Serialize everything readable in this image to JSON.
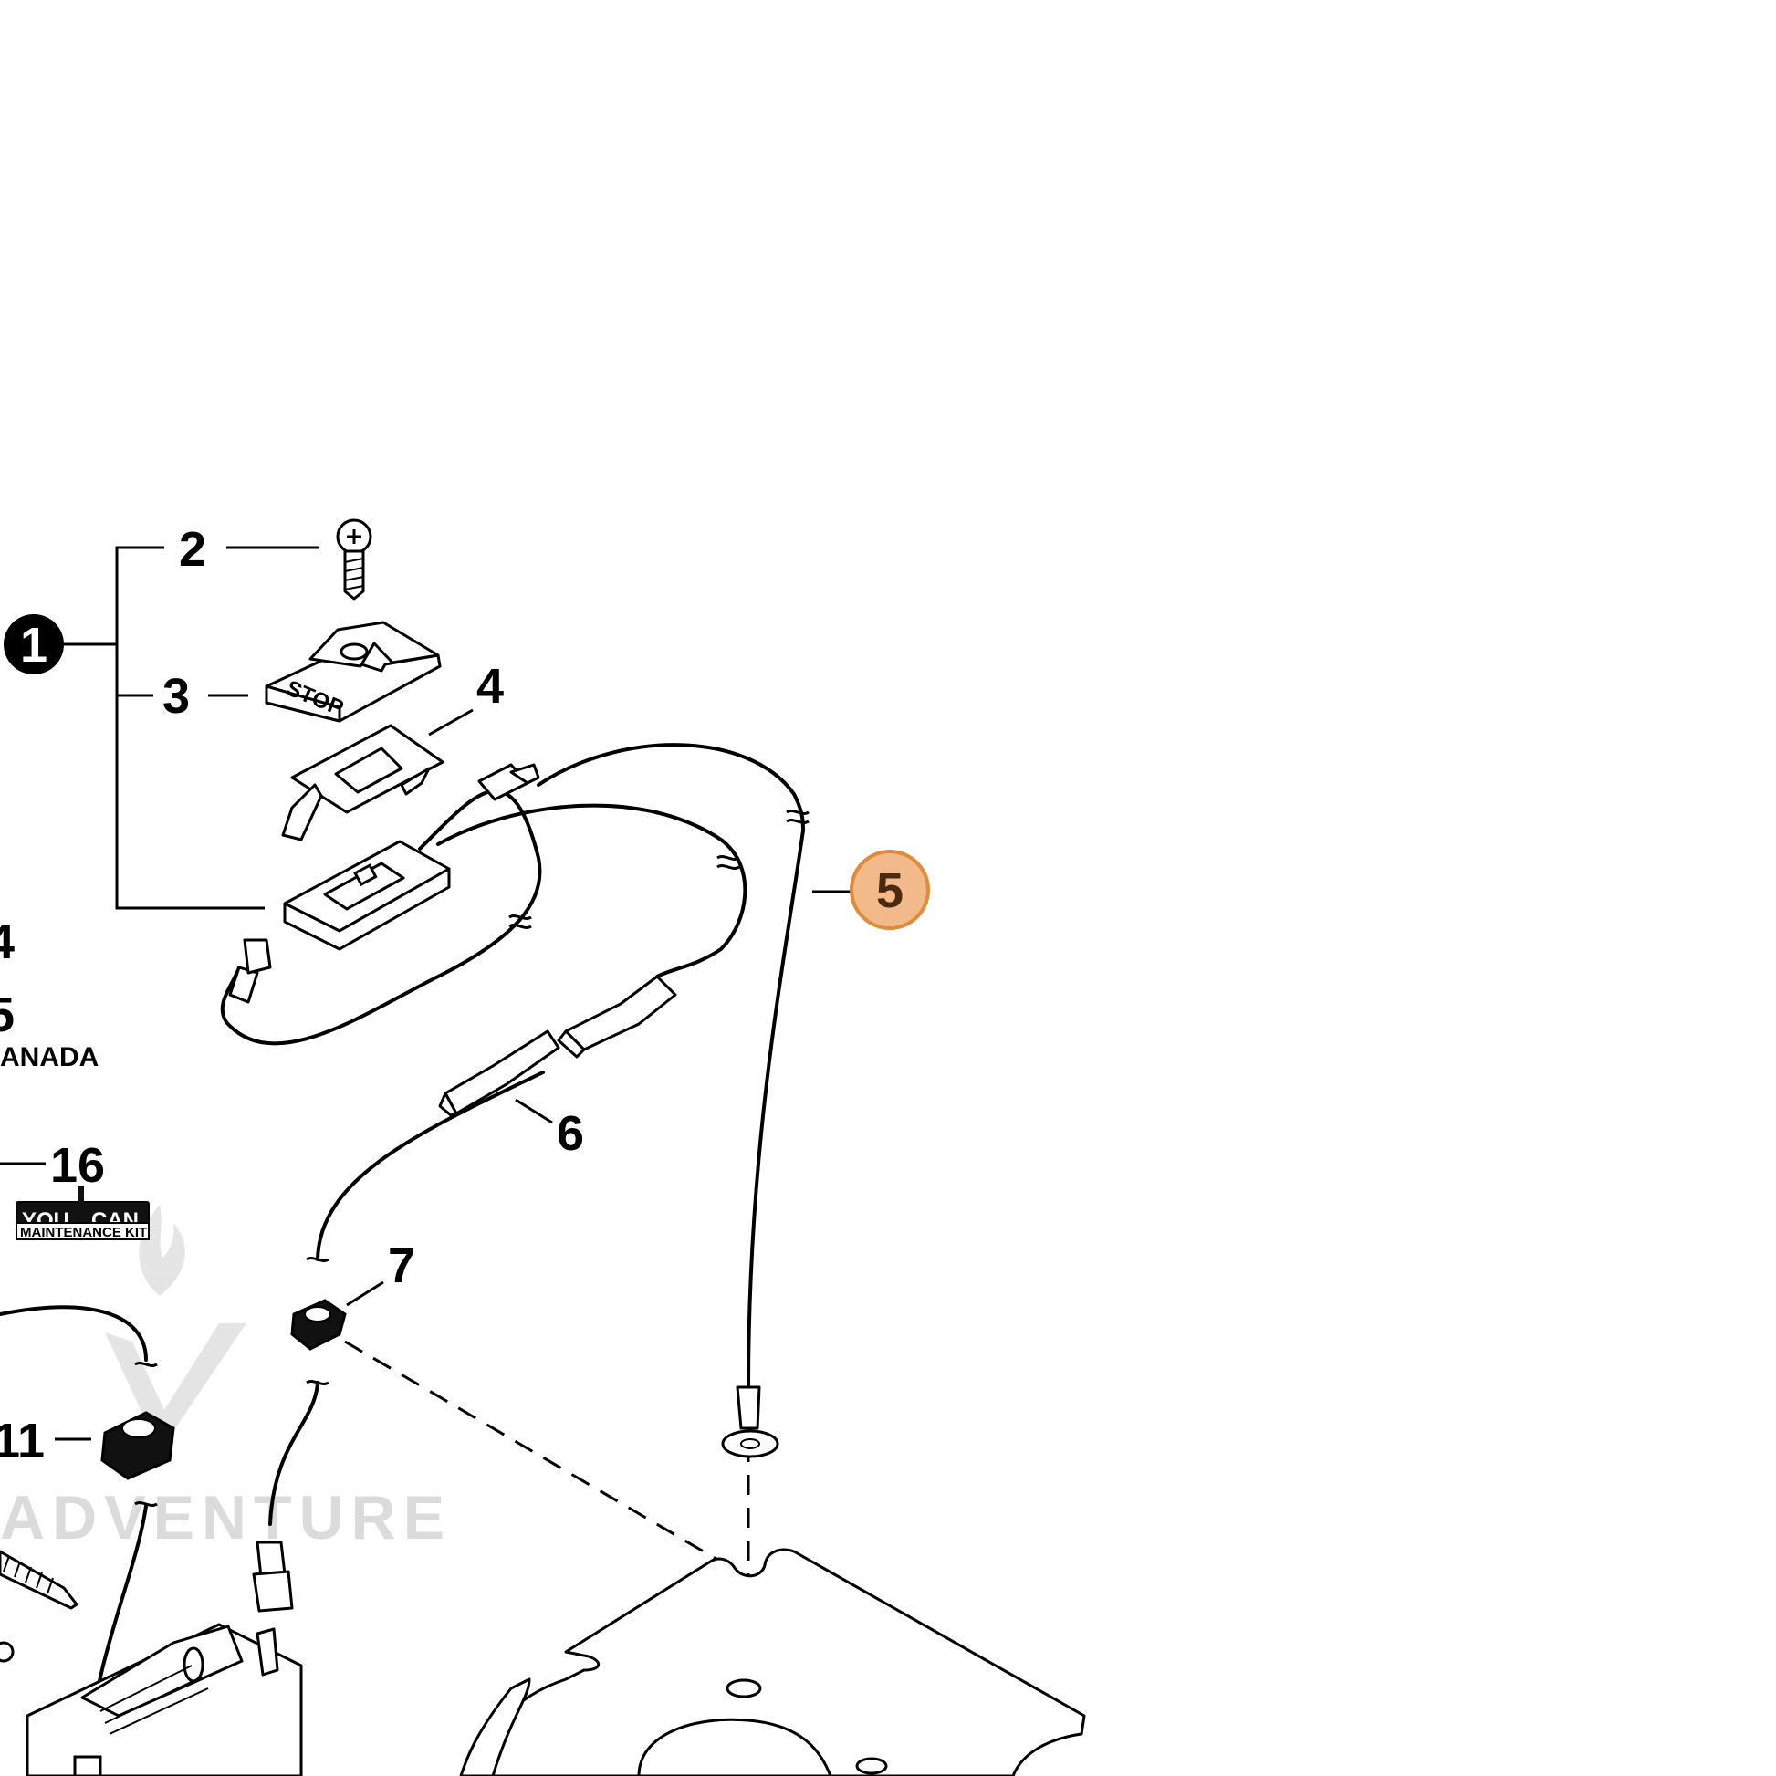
{
  "callouts": {
    "c1": "1",
    "c2": "2",
    "c3": "3",
    "c4": "4",
    "c5": "5",
    "c6": "6",
    "c7": "7",
    "c11": "11",
    "c16": "16",
    "c14": "4",
    "c15": "5"
  },
  "part_text": {
    "stop_label": "STOP",
    "canada_text": "ANADA"
  },
  "badge": {
    "top": "YOU",
    "top2": "CAN",
    "bottom": "MAINTENANCE KIT"
  },
  "watermark": {
    "text": "ADVENTURE"
  },
  "colors": {
    "highlight_fill": "#f2b98a",
    "highlight_stroke": "#e08a3c",
    "line": "#000000",
    "watermark": "#d8d8d8"
  }
}
